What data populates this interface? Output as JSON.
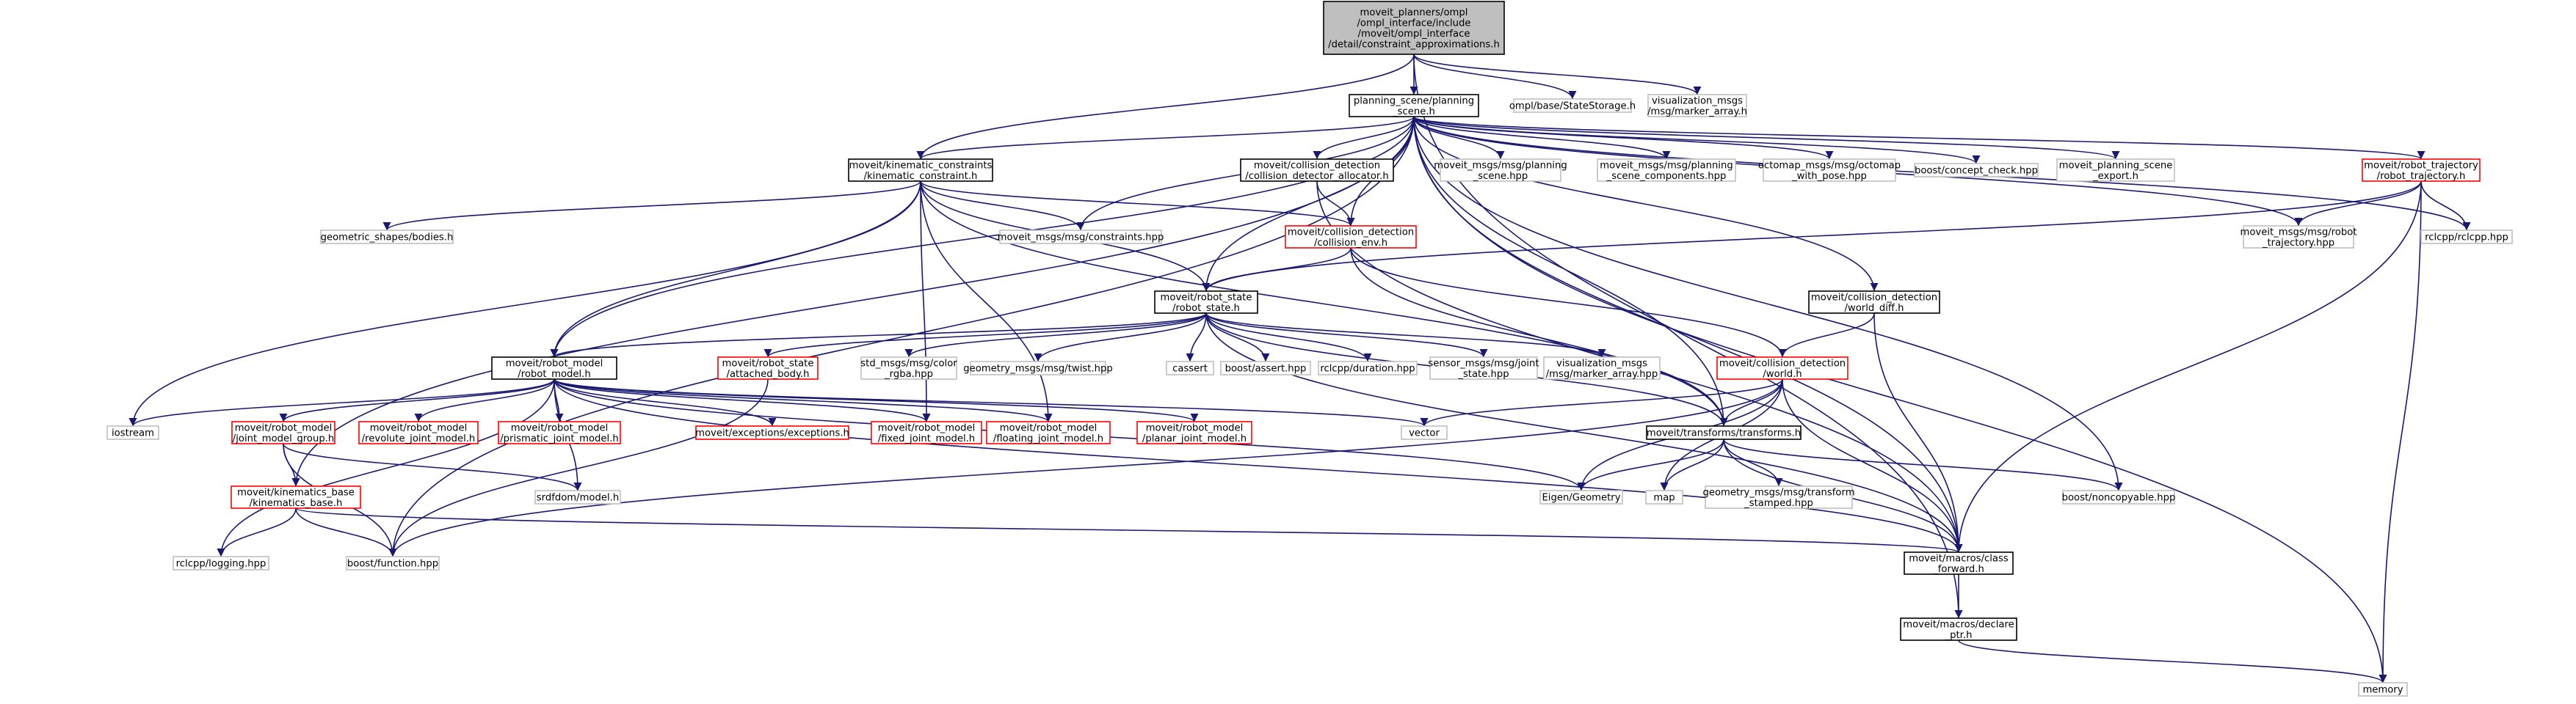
{
  "colors": {
    "edge": "#191970",
    "root_fill": "#bfbfbf",
    "root_border": "#000000",
    "doc_border": "#000000",
    "partial_border": "#ff0000",
    "external_border": "#bfbfbf",
    "node_fill": "#ffffff",
    "text": "#000000"
  },
  "nodes": [
    {
      "id": "root",
      "lines": [
        "moveit_planners/ompl",
        "/ompl_interface/include",
        "/moveit/ompl_interface",
        "/detail/constraint_approximations.h"
      ],
      "style": "root"
    },
    {
      "id": "planning_scene",
      "lines": [
        "planning_scene/planning",
        "_scene.h"
      ],
      "style": "doc"
    },
    {
      "id": "state_storage",
      "lines": [
        "ompl/base/StateStorage.h"
      ],
      "style": "external"
    },
    {
      "id": "viz_marker_root",
      "lines": [
        "visualization_msgs",
        "/msg/marker_array.h"
      ],
      "style": "external"
    },
    {
      "id": "kinematic_constraint",
      "lines": [
        "moveit/kinematic_constraints",
        "/kinematic_constraint.h"
      ],
      "style": "doc"
    },
    {
      "id": "cd_allocator",
      "lines": [
        "moveit/collision_detection",
        "/collision_detector_allocator.h"
      ],
      "style": "doc"
    },
    {
      "id": "msg_planning_scene",
      "lines": [
        "moveit_msgs/msg/planning",
        "_scene.hpp"
      ],
      "style": "external"
    },
    {
      "id": "msg_ps_components",
      "lines": [
        "moveit_msgs/msg/planning",
        "_scene_components.hpp"
      ],
      "style": "external"
    },
    {
      "id": "octomap",
      "lines": [
        "octomap_msgs/msg/octomap",
        "_with_pose.hpp"
      ],
      "style": "external"
    },
    {
      "id": "concept_check",
      "lines": [
        "boost/concept_check.hpp"
      ],
      "style": "external"
    },
    {
      "id": "ps_export",
      "lines": [
        "moveit_planning_scene",
        "_export.h"
      ],
      "style": "external"
    },
    {
      "id": "robot_trajectory",
      "lines": [
        "moveit/robot_trajectory",
        "/robot_trajectory.h"
      ],
      "style": "partial"
    },
    {
      "id": "geometric_shapes",
      "lines": [
        "geometric_shapes/bodies.h"
      ],
      "style": "external"
    },
    {
      "id": "msg_constraints",
      "lines": [
        "moveit_msgs/msg/constraints.hpp"
      ],
      "style": "external"
    },
    {
      "id": "collision_env",
      "lines": [
        "moveit/collision_detection",
        "/collision_env.h"
      ],
      "style": "partial"
    },
    {
      "id": "msg_robot_trajectory",
      "lines": [
        "moveit_msgs/msg/robot",
        "_trajectory.hpp"
      ],
      "style": "external"
    },
    {
      "id": "rclcpp",
      "lines": [
        "rclcpp/rclcpp.hpp"
      ],
      "style": "external"
    },
    {
      "id": "robot_state",
      "lines": [
        "moveit/robot_state",
        "/robot_state.h"
      ],
      "style": "doc"
    },
    {
      "id": "world_diff",
      "lines": [
        "moveit/collision_detection",
        "/world_diff.h"
      ],
      "style": "doc"
    },
    {
      "id": "robot_model",
      "lines": [
        "moveit/robot_model",
        "/robot_model.h"
      ],
      "style": "doc"
    },
    {
      "id": "attached_body",
      "lines": [
        "moveit/robot_state",
        "/attached_body.h"
      ],
      "style": "partial"
    },
    {
      "id": "color_rgba",
      "lines": [
        "std_msgs/msg/color",
        "_rgba.hpp"
      ],
      "style": "external"
    },
    {
      "id": "twist",
      "lines": [
        "geometry_msgs/msg/twist.hpp"
      ],
      "style": "external"
    },
    {
      "id": "cassert",
      "lines": [
        "cassert"
      ],
      "style": "external"
    },
    {
      "id": "boost_assert",
      "lines": [
        "boost/assert.hpp"
      ],
      "style": "external"
    },
    {
      "id": "duration",
      "lines": [
        "rclcpp/duration.hpp"
      ],
      "style": "external"
    },
    {
      "id": "joint_state",
      "lines": [
        "sensor_msgs/msg/joint",
        "_state.hpp"
      ],
      "style": "external"
    },
    {
      "id": "viz_marker_hpp",
      "lines": [
        "visualization_msgs",
        "/msg/marker_array.hpp"
      ],
      "style": "external"
    },
    {
      "id": "world",
      "lines": [
        "moveit/collision_detection",
        "/world.h"
      ],
      "style": "partial"
    },
    {
      "id": "iostream",
      "lines": [
        "iostream"
      ],
      "style": "external"
    },
    {
      "id": "jmg",
      "lines": [
        "moveit/robot_model",
        "/joint_model_group.h"
      ],
      "style": "partial"
    },
    {
      "id": "revolute",
      "lines": [
        "moveit/robot_model",
        "/revolute_joint_model.h"
      ],
      "style": "partial"
    },
    {
      "id": "prismatic",
      "lines": [
        "moveit/robot_model",
        "/prismatic_joint_model.h"
      ],
      "style": "partial"
    },
    {
      "id": "exceptions",
      "lines": [
        "moveit/exceptions/exceptions.h"
      ],
      "style": "partial"
    },
    {
      "id": "fixed",
      "lines": [
        "moveit/robot_model",
        "/fixed_joint_model.h"
      ],
      "style": "partial"
    },
    {
      "id": "floating",
      "lines": [
        "moveit/robot_model",
        "/floating_joint_model.h"
      ],
      "style": "partial"
    },
    {
      "id": "planar",
      "lines": [
        "moveit/robot_model",
        "/planar_joint_model.h"
      ],
      "style": "partial"
    },
    {
      "id": "vector",
      "lines": [
        "vector"
      ],
      "style": "external"
    },
    {
      "id": "transforms",
      "lines": [
        "moveit/transforms/transforms.h"
      ],
      "style": "doc"
    },
    {
      "id": "kinematics_base",
      "lines": [
        "moveit/kinematics_base",
        "/kinematics_base.h"
      ],
      "style": "partial"
    },
    {
      "id": "srdfdom",
      "lines": [
        "srdfdom/model.h"
      ],
      "style": "external"
    },
    {
      "id": "eigen",
      "lines": [
        "Eigen/Geometry"
      ],
      "style": "external"
    },
    {
      "id": "map",
      "lines": [
        "map"
      ],
      "style": "external"
    },
    {
      "id": "transform_stamped",
      "lines": [
        "geometry_msgs/msg/transform",
        "_stamped.hpp"
      ],
      "style": "external"
    },
    {
      "id": "noncopyable",
      "lines": [
        "boost/noncopyable.hpp"
      ],
      "style": "external"
    },
    {
      "id": "logging",
      "lines": [
        "rclcpp/logging.hpp"
      ],
      "style": "external"
    },
    {
      "id": "boost_function",
      "lines": [
        "boost/function.hpp"
      ],
      "style": "external"
    },
    {
      "id": "class_forward",
      "lines": [
        "moveit/macros/class",
        "_forward.h"
      ],
      "style": "doc"
    },
    {
      "id": "declare_ptr",
      "lines": [
        "moveit/macros/declare",
        "_ptr.h"
      ],
      "style": "doc"
    },
    {
      "id": "memory",
      "lines": [
        "memory"
      ],
      "style": "external"
    }
  ],
  "edges": [
    [
      "root",
      "planning_scene"
    ],
    [
      "root",
      "state_storage"
    ],
    [
      "root",
      "viz_marker_root"
    ],
    [
      "root",
      "kinematic_constraint"
    ],
    [
      "root",
      "declare_ptr"
    ],
    [
      "planning_scene",
      "kinematic_constraint"
    ],
    [
      "planning_scene",
      "cd_allocator"
    ],
    [
      "planning_scene",
      "msg_planning_scene"
    ],
    [
      "planning_scene",
      "msg_ps_components"
    ],
    [
      "planning_scene",
      "octomap"
    ],
    [
      "planning_scene",
      "concept_check"
    ],
    [
      "planning_scene",
      "ps_export"
    ],
    [
      "planning_scene",
      "robot_trajectory"
    ],
    [
      "planning_scene",
      "msg_constraints"
    ],
    [
      "planning_scene",
      "collision_env"
    ],
    [
      "planning_scene",
      "msg_robot_trajectory"
    ],
    [
      "planning_scene",
      "rclcpp"
    ],
    [
      "planning_scene",
      "robot_state"
    ],
    [
      "planning_scene",
      "world_diff"
    ],
    [
      "planning_scene",
      "robot_model"
    ],
    [
      "planning_scene",
      "kinematics_base"
    ],
    [
      "planning_scene",
      "boost_function"
    ],
    [
      "planning_scene",
      "transforms"
    ],
    [
      "planning_scene",
      "noncopyable"
    ],
    [
      "planning_scene",
      "class_forward"
    ],
    [
      "planning_scene",
      "memory"
    ],
    [
      "kinematic_constraint",
      "geometric_shapes"
    ],
    [
      "kinematic_constraint",
      "msg_constraints"
    ],
    [
      "kinematic_constraint",
      "collision_env"
    ],
    [
      "kinematic_constraint",
      "robot_state"
    ],
    [
      "kinematic_constraint",
      "robot_model"
    ],
    [
      "kinematic_constraint",
      "iostream"
    ],
    [
      "kinematic_constraint",
      "transforms"
    ],
    [
      "kinematic_constraint",
      "fixed"
    ],
    [
      "kinematic_constraint",
      "floating"
    ],
    [
      "cd_allocator",
      "collision_env"
    ],
    [
      "cd_allocator",
      "class_forward"
    ],
    [
      "collision_env",
      "robot_state"
    ],
    [
      "collision_env",
      "world"
    ],
    [
      "collision_env",
      "transforms"
    ],
    [
      "robot_trajectory",
      "msg_robot_trajectory"
    ],
    [
      "robot_trajectory",
      "rclcpp"
    ],
    [
      "robot_trajectory",
      "robot_state"
    ],
    [
      "robot_trajectory",
      "class_forward"
    ],
    [
      "robot_trajectory",
      "memory"
    ],
    [
      "robot_state",
      "robot_model"
    ],
    [
      "robot_state",
      "attached_body"
    ],
    [
      "robot_state",
      "color_rgba"
    ],
    [
      "robot_state",
      "twist"
    ],
    [
      "robot_state",
      "cassert"
    ],
    [
      "robot_state",
      "boost_assert"
    ],
    [
      "robot_state",
      "duration"
    ],
    [
      "robot_state",
      "joint_state"
    ],
    [
      "robot_state",
      "viz_marker_hpp"
    ],
    [
      "robot_state",
      "transforms"
    ],
    [
      "robot_state",
      "class_forward"
    ],
    [
      "world_diff",
      "world"
    ],
    [
      "world_diff",
      "class_forward"
    ],
    [
      "robot_model",
      "iostream"
    ],
    [
      "robot_model",
      "jmg"
    ],
    [
      "robot_model",
      "revolute"
    ],
    [
      "robot_model",
      "prismatic"
    ],
    [
      "robot_model",
      "exceptions"
    ],
    [
      "robot_model",
      "fixed"
    ],
    [
      "robot_model",
      "floating"
    ],
    [
      "robot_model",
      "planar"
    ],
    [
      "robot_model",
      "srdfdom"
    ],
    [
      "robot_model",
      "logging"
    ],
    [
      "robot_model",
      "vector"
    ],
    [
      "robot_model",
      "eigen"
    ],
    [
      "robot_model",
      "class_forward"
    ],
    [
      "attached_body",
      "boost_function"
    ],
    [
      "world",
      "vector"
    ],
    [
      "world",
      "transforms"
    ],
    [
      "world",
      "eigen"
    ],
    [
      "world",
      "map"
    ],
    [
      "world",
      "boost_function"
    ],
    [
      "world",
      "class_forward"
    ],
    [
      "jmg",
      "kinematics_base"
    ],
    [
      "jmg",
      "srdfdom"
    ],
    [
      "jmg",
      "boost_function"
    ],
    [
      "kinematics_base",
      "logging"
    ],
    [
      "kinematics_base",
      "boost_function"
    ],
    [
      "kinematics_base",
      "class_forward"
    ],
    [
      "transforms",
      "eigen"
    ],
    [
      "transforms",
      "map"
    ],
    [
      "transforms",
      "transform_stamped"
    ],
    [
      "transforms",
      "noncopyable"
    ],
    [
      "transforms",
      "class_forward"
    ],
    [
      "class_forward",
      "declare_ptr"
    ],
    [
      "declare_ptr",
      "memory"
    ]
  ]
}
